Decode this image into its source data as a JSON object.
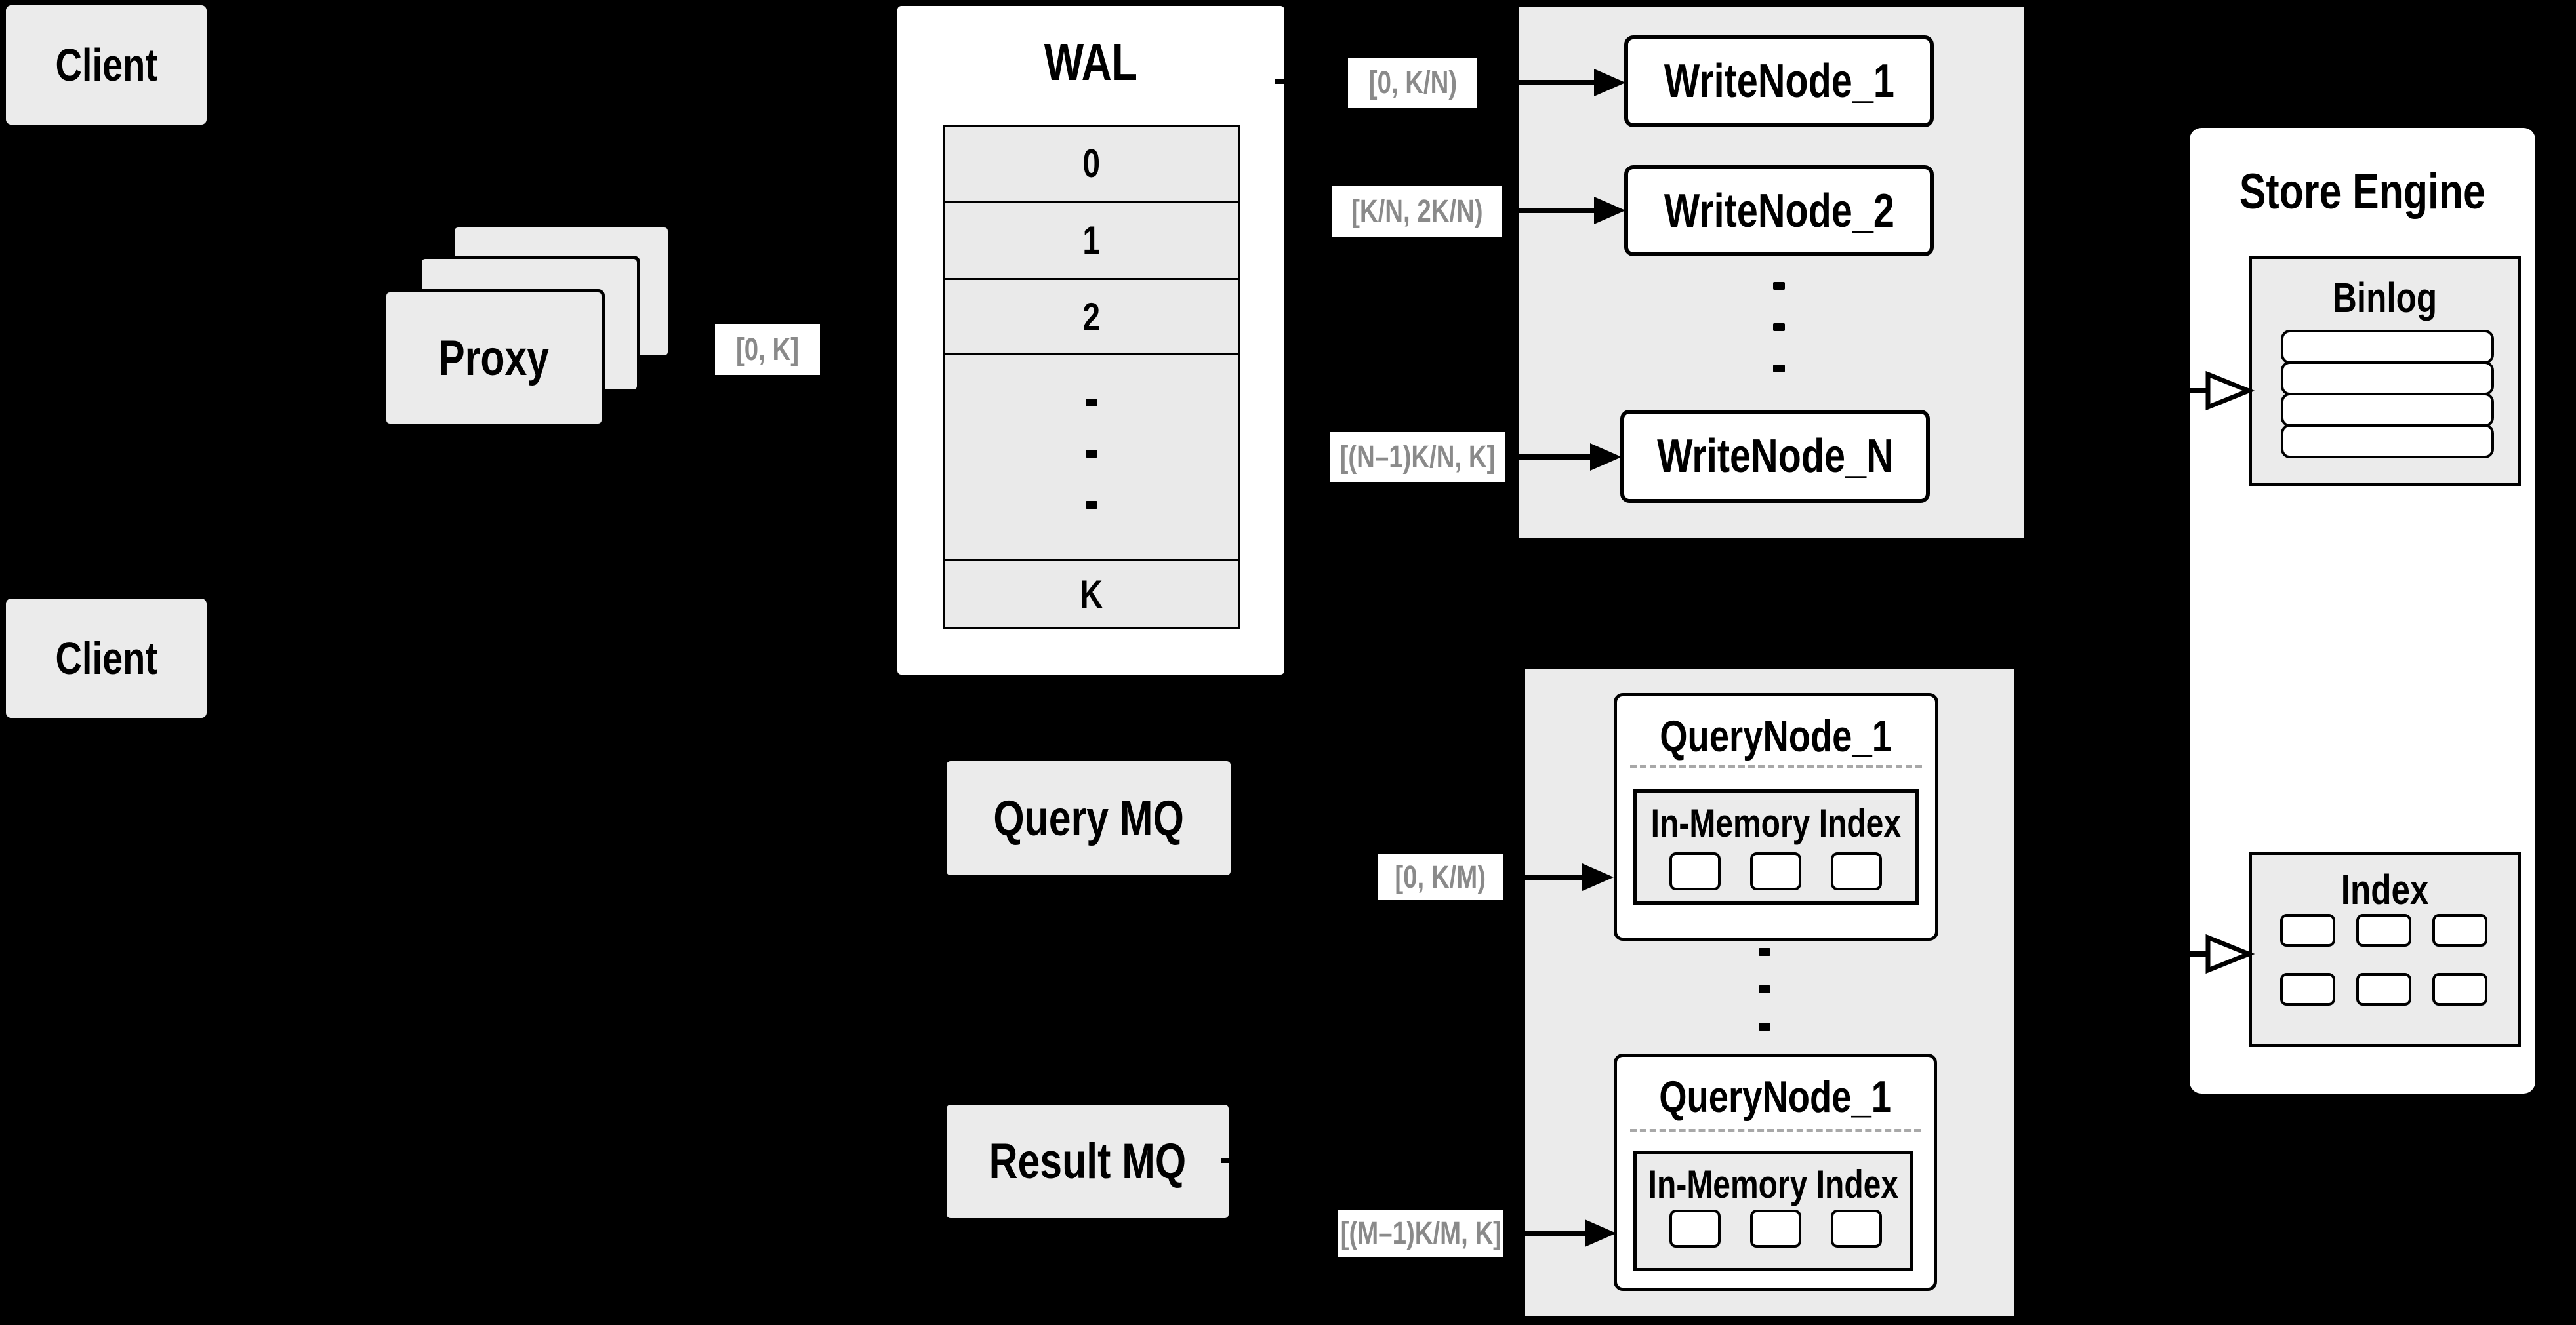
{
  "diagram": {
    "type": "distributed-database-architecture",
    "palette": {
      "background": "#000000",
      "container_fill": "#ebebeb",
      "box_fill": "#ffffff",
      "border": "#000000",
      "text": "#000000",
      "range_label_text": "#8a8a8a",
      "divider_dash": "#a8a8a8"
    },
    "clients": {
      "top": "Client",
      "bottom": "Client"
    },
    "proxy": {
      "label": "Proxy"
    },
    "wal": {
      "title": "WAL",
      "rows": [
        "0",
        "1",
        "2"
      ],
      "last_row": "K"
    },
    "range_labels": {
      "proxy_to_wal": "[0, K]",
      "write_1": "[0, K/N)",
      "write_2": "[K/N, 2K/N)",
      "write_n": "[(N–1)K/N, K]",
      "query_1": "[0, K/M)",
      "query_m": "[(M–1)K/M, K]"
    },
    "write_nodes": {
      "n1": "WriteNode_1",
      "n2": "WriteNode_2",
      "nN": "WriteNode_N"
    },
    "store_engine": {
      "title": "Store Engine",
      "binlog": {
        "title": "Binlog",
        "row_count": 4
      },
      "index": {
        "title": "Index",
        "cell_count": 6
      }
    },
    "query_nodes": {
      "top": {
        "title": "QueryNode_1",
        "inner_title": "In-Memory Index",
        "cell_count": 3
      },
      "bottom": {
        "title": "QueryNode_1",
        "inner_title": "In-Memory Index",
        "cell_count": 3
      }
    },
    "mq": {
      "query": "Query MQ",
      "result": "Result MQ"
    },
    "arrows": [
      {
        "into": "WriteNode_1",
        "from_label": "[0, K/N)",
        "head": "solid"
      },
      {
        "into": "WriteNode_2",
        "from_label": "[K/N, 2K/N)",
        "head": "solid"
      },
      {
        "into": "WriteNode_N",
        "from_label": "[(N–1)K/N, K]",
        "head": "solid"
      },
      {
        "into": "QueryNode_1 (top)",
        "from_label": "[0, K/M)",
        "head": "solid"
      },
      {
        "into": "QueryNode_1 (bottom)",
        "from_label": "[(M–1)K/M, K]",
        "head": "solid"
      },
      {
        "into": "Binlog",
        "head": "hollow"
      },
      {
        "into": "Index",
        "head": "hollow"
      },
      {
        "out_of": "WAL",
        "head": "solid"
      },
      {
        "out_of": "Result MQ",
        "head": "solid"
      }
    ]
  }
}
